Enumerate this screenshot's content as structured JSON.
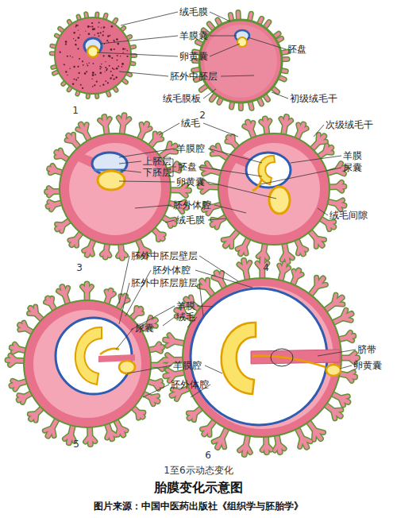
{
  "diagram": {
    "title": "胎膜变化示意图",
    "caption": "图片来源：中国中医药出版社《组织学与胚胎学》",
    "labels": [
      "绒毛膜",
      "羊膜囊",
      "卵黄囊",
      "胚外中胚层",
      "绒毛膜板",
      "胚盘",
      "初级绒毛干",
      "1",
      "2",
      "绒毛",
      "羊膜腔",
      "上胚层",
      "下胚层",
      "胚盘",
      "卵黄囊",
      "胚外体腔",
      "绒毛膜",
      "次级绒毛干",
      "羊膜",
      "尿囊",
      "绒毛间隙",
      "3",
      "4",
      "胚外中胚层壁层",
      "胚外体腔",
      "胚外中胚层脏层",
      "羊膜",
      "绒毛",
      "尿囊",
      "羊膜腔",
      "胚外体腔",
      "脐带",
      "卵黄囊",
      "5",
      "6",
      "1至6示动态变化"
    ]
  }
}
